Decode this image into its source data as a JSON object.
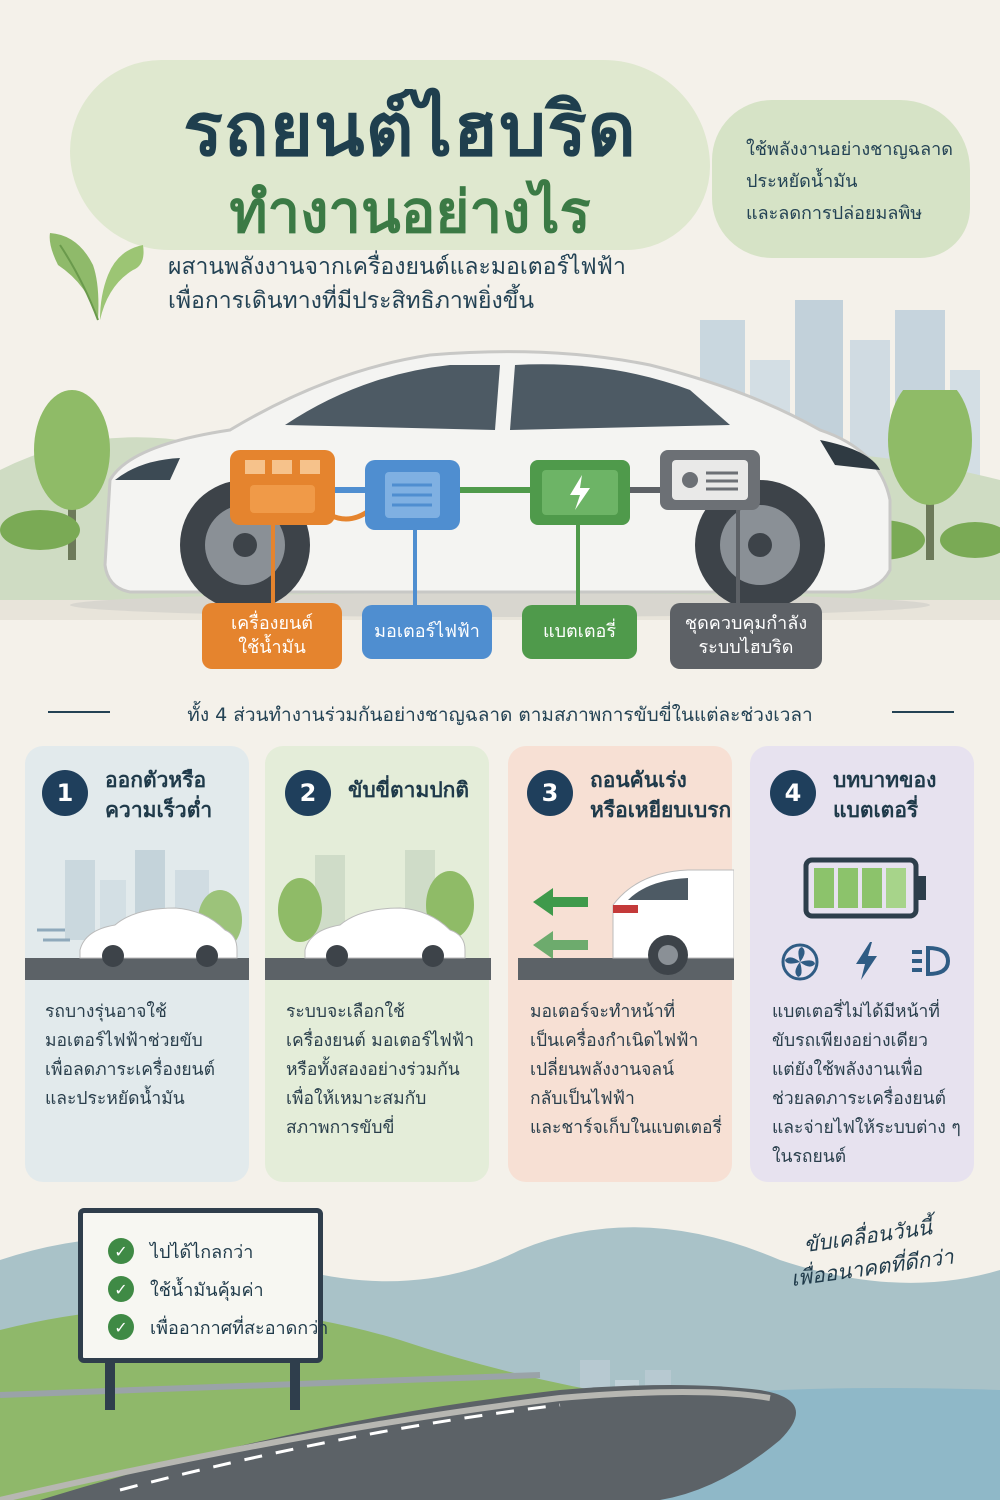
{
  "header": {
    "title_line1": "รถยนต์ไฮบริด",
    "title_line2": "ทำงานอย่างไร",
    "subtitle_line1": "ผสานพลังงานจากเครื่องยนต์และมอเตอร์ไฟฟ้า",
    "subtitle_line2": "เพื่อการเดินทางที่มีประสิทธิภาพยิ่งขึ้น"
  },
  "side_note": {
    "line1": "ใช้พลังงานอย่างชาญฉลาด",
    "line2": "ประหยัดน้ำมัน",
    "line3": "และลดการปล่อยมลพิษ"
  },
  "components": [
    {
      "line1": "เครื่องยนต์",
      "line2": "ใช้น้ำมัน",
      "color": "#e5842e",
      "icon": "engine-icon"
    },
    {
      "line1": "มอเตอร์ไฟฟ้า",
      "line2": "",
      "color": "#4f8ed0",
      "icon": "motor-icon"
    },
    {
      "line1": "แบตเตอรี่",
      "line2": "",
      "color": "#4f9a4b",
      "icon": "battery-icon"
    },
    {
      "line1": "ชุดควบคุมกำลัง",
      "line2": "ระบบไฮบริด",
      "color": "#5d6166",
      "icon": "power-control-icon"
    }
  ],
  "divider": "ทั้ง 4 ส่วนทำงานร่วมกันอย่างชาญฉลาด ตามสภาพการขับขี่ในแต่ละช่วงเวลา",
  "cards": [
    {
      "number": "1",
      "title1": "ออกตัวหรือ",
      "title2": "ความเร็วต่ำ",
      "text": [
        "รถบางรุ่นอาจใช้",
        "มอเตอร์ไฟฟ้าช่วยขับ",
        "เพื่อลดภาระเครื่องยนต์",
        "และประหยัดน้ำมัน"
      ]
    },
    {
      "number": "2",
      "title1": "ขับขี่ตามปกติ",
      "title2": "",
      "text": [
        "ระบบจะเลือกใช้",
        "เครื่องยนต์ มอเตอร์ไฟฟ้า",
        "หรือทั้งสองอย่างร่วมกัน",
        "เพื่อให้เหมาะสมกับ",
        "สภาพการขับขี่"
      ]
    },
    {
      "number": "3",
      "title1": "ถอนคันเร่ง",
      "title2": "หรือเหยียบเบรก",
      "text": [
        "มอเตอร์จะทำหน้าที่",
        "เป็นเครื่องกำเนิดไฟฟ้า",
        "เปลี่ยนพลังงานจลน์",
        "กลับเป็นไฟฟ้า",
        "และชาร์จเก็บในแบตเตอรี่"
      ]
    },
    {
      "number": "4",
      "title1": "บทบาทของ",
      "title2": "แบตเตอรี่",
      "text": [
        "แบตเตอรี่ไม่ได้มีหน้าที่",
        "ขับรถเพียงอย่างเดียว",
        "แต่ยังใช้พลังงานเพื่อ",
        "ช่วยลดภาระเครื่องยนต์",
        "และจ่ายไฟให้ระบบต่าง ๆ",
        "ในรถยนต์"
      ]
    }
  ],
  "sign": {
    "items": [
      "ไปได้ไกลกว่า",
      "ใช้น้ำมันคุ้มค่า",
      "เพื่ออากาศที่สะอาดกว่า"
    ]
  },
  "slogan": {
    "line1": "ขับเคลื่อนวันนี้",
    "line2": "เพื่ออนาคตที่ดีกว่า"
  },
  "colors": {
    "navy": "#1f3f5c",
    "green": "#3b7a45",
    "orange": "#e5842e",
    "blue": "#4f8ed0",
    "battery_green": "#4f9a4b",
    "gray": "#5d6166"
  }
}
